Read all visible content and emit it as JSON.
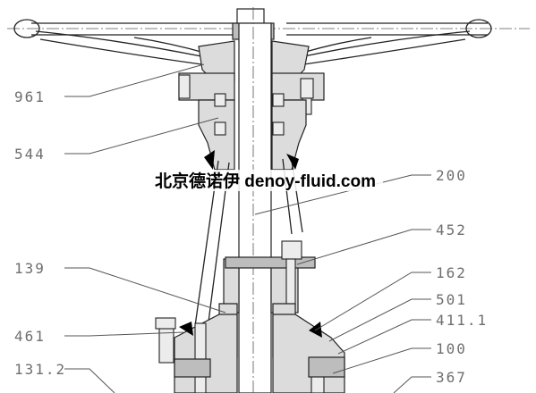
{
  "watermark": "北京德诺伊 denoy-fluid.com",
  "part_labels": {
    "p961": "961",
    "p544": "544",
    "p139": "139",
    "p461": "461",
    "p1312": "131.2",
    "p200": "200",
    "p452": "452",
    "p162": "162",
    "p501": "501",
    "p4111": "411.1",
    "p100": "100",
    "p367": "367"
  }
}
